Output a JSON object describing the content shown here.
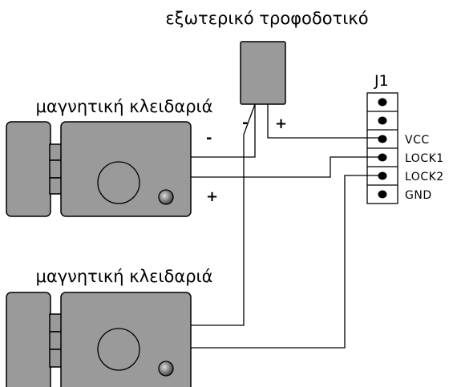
{
  "power_supply": {
    "label": "εξωτερικό τροφοδοτικό",
    "minus": "-",
    "plus": "+"
  },
  "lock_top": {
    "label": "μαγνητική κλειδαριά",
    "minus": "-",
    "plus": "+"
  },
  "lock_bottom": {
    "label": "μαγνητική κλειδαριά"
  },
  "connector": {
    "name": "J1",
    "pins": [
      "",
      "",
      "VCC",
      "LOCK1",
      "LOCK2",
      "GND"
    ]
  },
  "colors": {
    "body": "#9a9a9a",
    "led": "#555555",
    "wire": "#000000"
  }
}
